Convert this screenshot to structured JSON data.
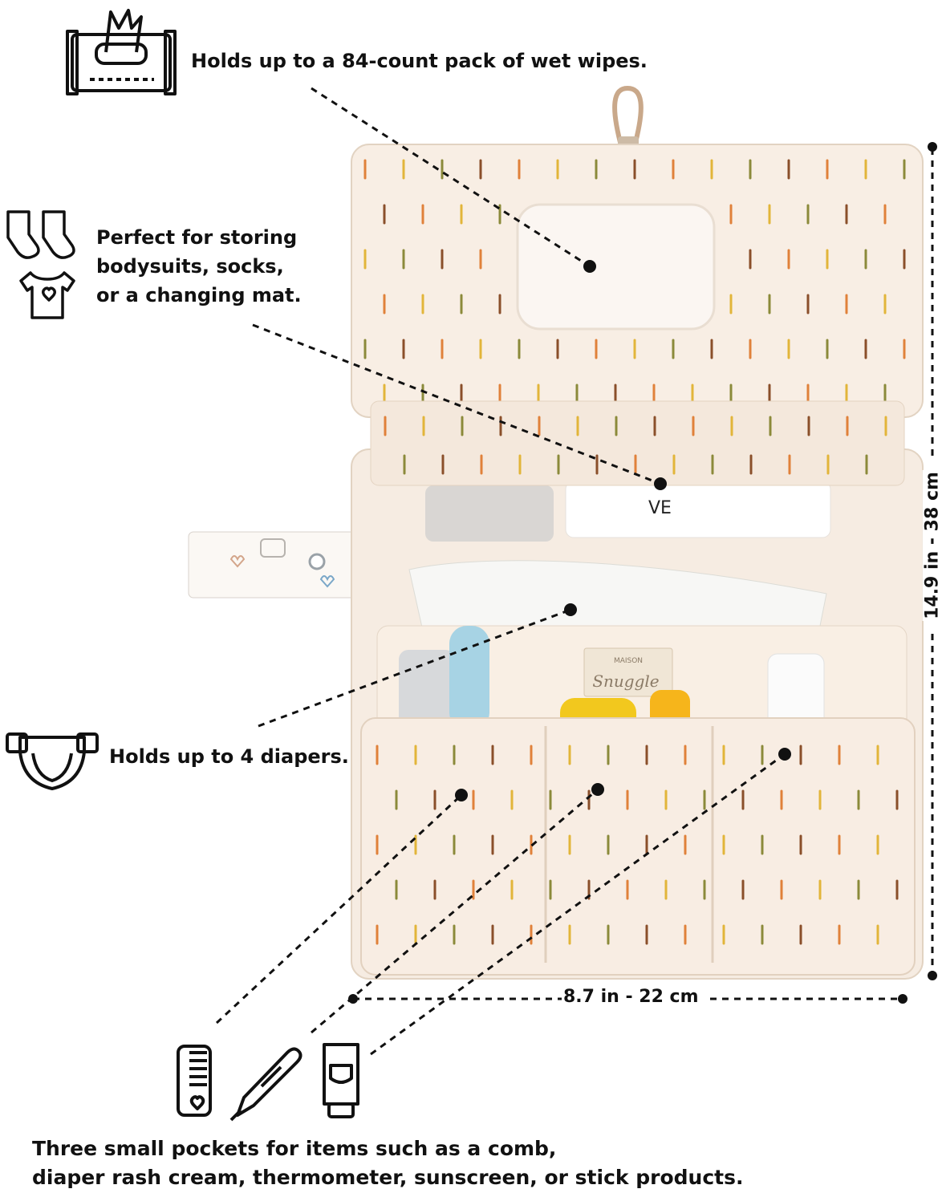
{
  "labels": {
    "wipes": "Holds up to a 84-count pack of wet wipes.",
    "bodysuits_line1": "Perfect for storing",
    "bodysuits_line2": "bodysuits, socks,",
    "bodysuits_line3": "or a changing mat.",
    "diapers": "Holds up to 4 diapers.",
    "pockets_line1": "Three small pockets for items such as a comb,",
    "pockets_line2": "diaper rash cream, thermometer, sunscreen, or stick products."
  },
  "dimensions": {
    "width": "8.7 in - 22 cm",
    "height": "14.9 in - 38 cm"
  },
  "product": {
    "brand_small": "MAISON",
    "brand_script": "Snuggle",
    "bodysuit_print": "VE"
  },
  "icons": [
    "wet-wipes-icon",
    "socks-icon",
    "bodysuit-icon",
    "diaper-icon",
    "comb-icon",
    "thermometer-icon",
    "cream-tube-icon"
  ],
  "colors": {
    "fabric": "#f6ece2",
    "fabric_shadow": "#eadccd",
    "stripe_orange": "#e0813a",
    "stripe_brown": "#8a4f2a",
    "stripe_olive": "#8b8a3a",
    "stripe_yellow": "#e2b53a",
    "text": "#111111"
  }
}
